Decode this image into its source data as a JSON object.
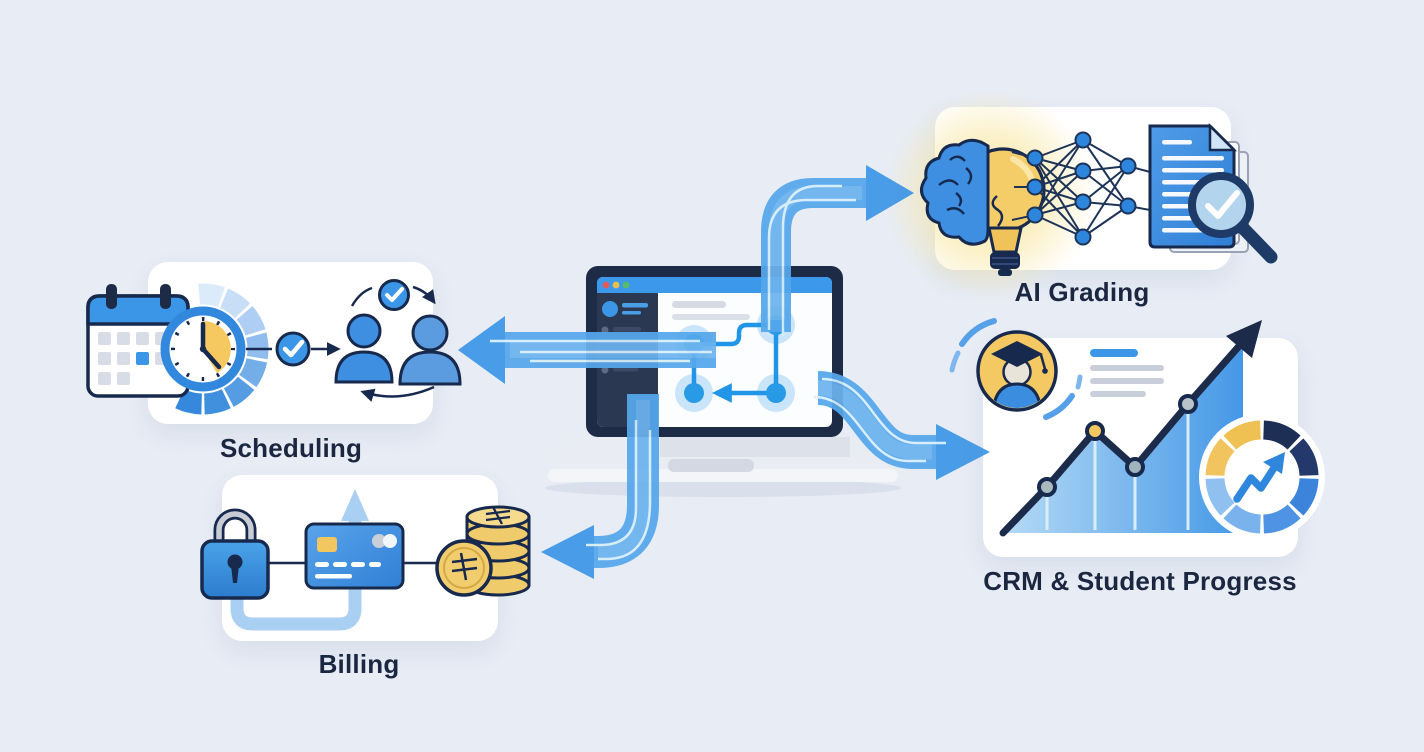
{
  "background_color": "#e7ecf5",
  "center": {
    "name": "laptop-app",
    "parts": [
      "laptop-icon",
      "window-titlebar",
      "window-traffic-lights",
      "app-sidebar",
      "flowchart-nodes"
    ]
  },
  "features": [
    {
      "id": "scheduling",
      "label": "Scheduling",
      "icons": [
        "calendar-icon",
        "clock-icon",
        "progress-fan-icon",
        "checkmark-circle-icon",
        "people-sync-icon"
      ]
    },
    {
      "id": "billing",
      "label": "Billing",
      "icons": [
        "padlock-icon",
        "credit-card-icon",
        "coins-icon",
        "upward-arrow-icon"
      ]
    },
    {
      "id": "ai_grading",
      "label": "AI Grading",
      "icons": [
        "brain-icon",
        "lightbulb-icon",
        "neural-network-icon",
        "graded-document-icon",
        "magnifier-check-icon"
      ]
    },
    {
      "id": "crm",
      "label": "CRM & Student Progress",
      "icons": [
        "graduate-avatar-icon",
        "profile-text-lines",
        "growth-chart-icon",
        "trend-gauge-icon"
      ]
    }
  ],
  "connections": [
    {
      "from": "laptop-app",
      "to": "ai_grading",
      "direction": "up-then-right"
    },
    {
      "from": "laptop-app",
      "to": "scheduling",
      "direction": "left"
    },
    {
      "from": "laptop-app",
      "to": "billing",
      "direction": "down-then-left"
    },
    {
      "from": "laptop-app",
      "to": "crm",
      "direction": "right-s-curve"
    }
  ],
  "colors": {
    "accent_blue": "#3b96e8",
    "pipe_blue": "#55a7ec",
    "navy": "#1b2740",
    "yellow": "#f2c75f",
    "gold": "#f0cb6b",
    "card_white": "#ffffff",
    "glow_yellow": "#f8e7a4",
    "grey_line": "#c9cfda"
  }
}
